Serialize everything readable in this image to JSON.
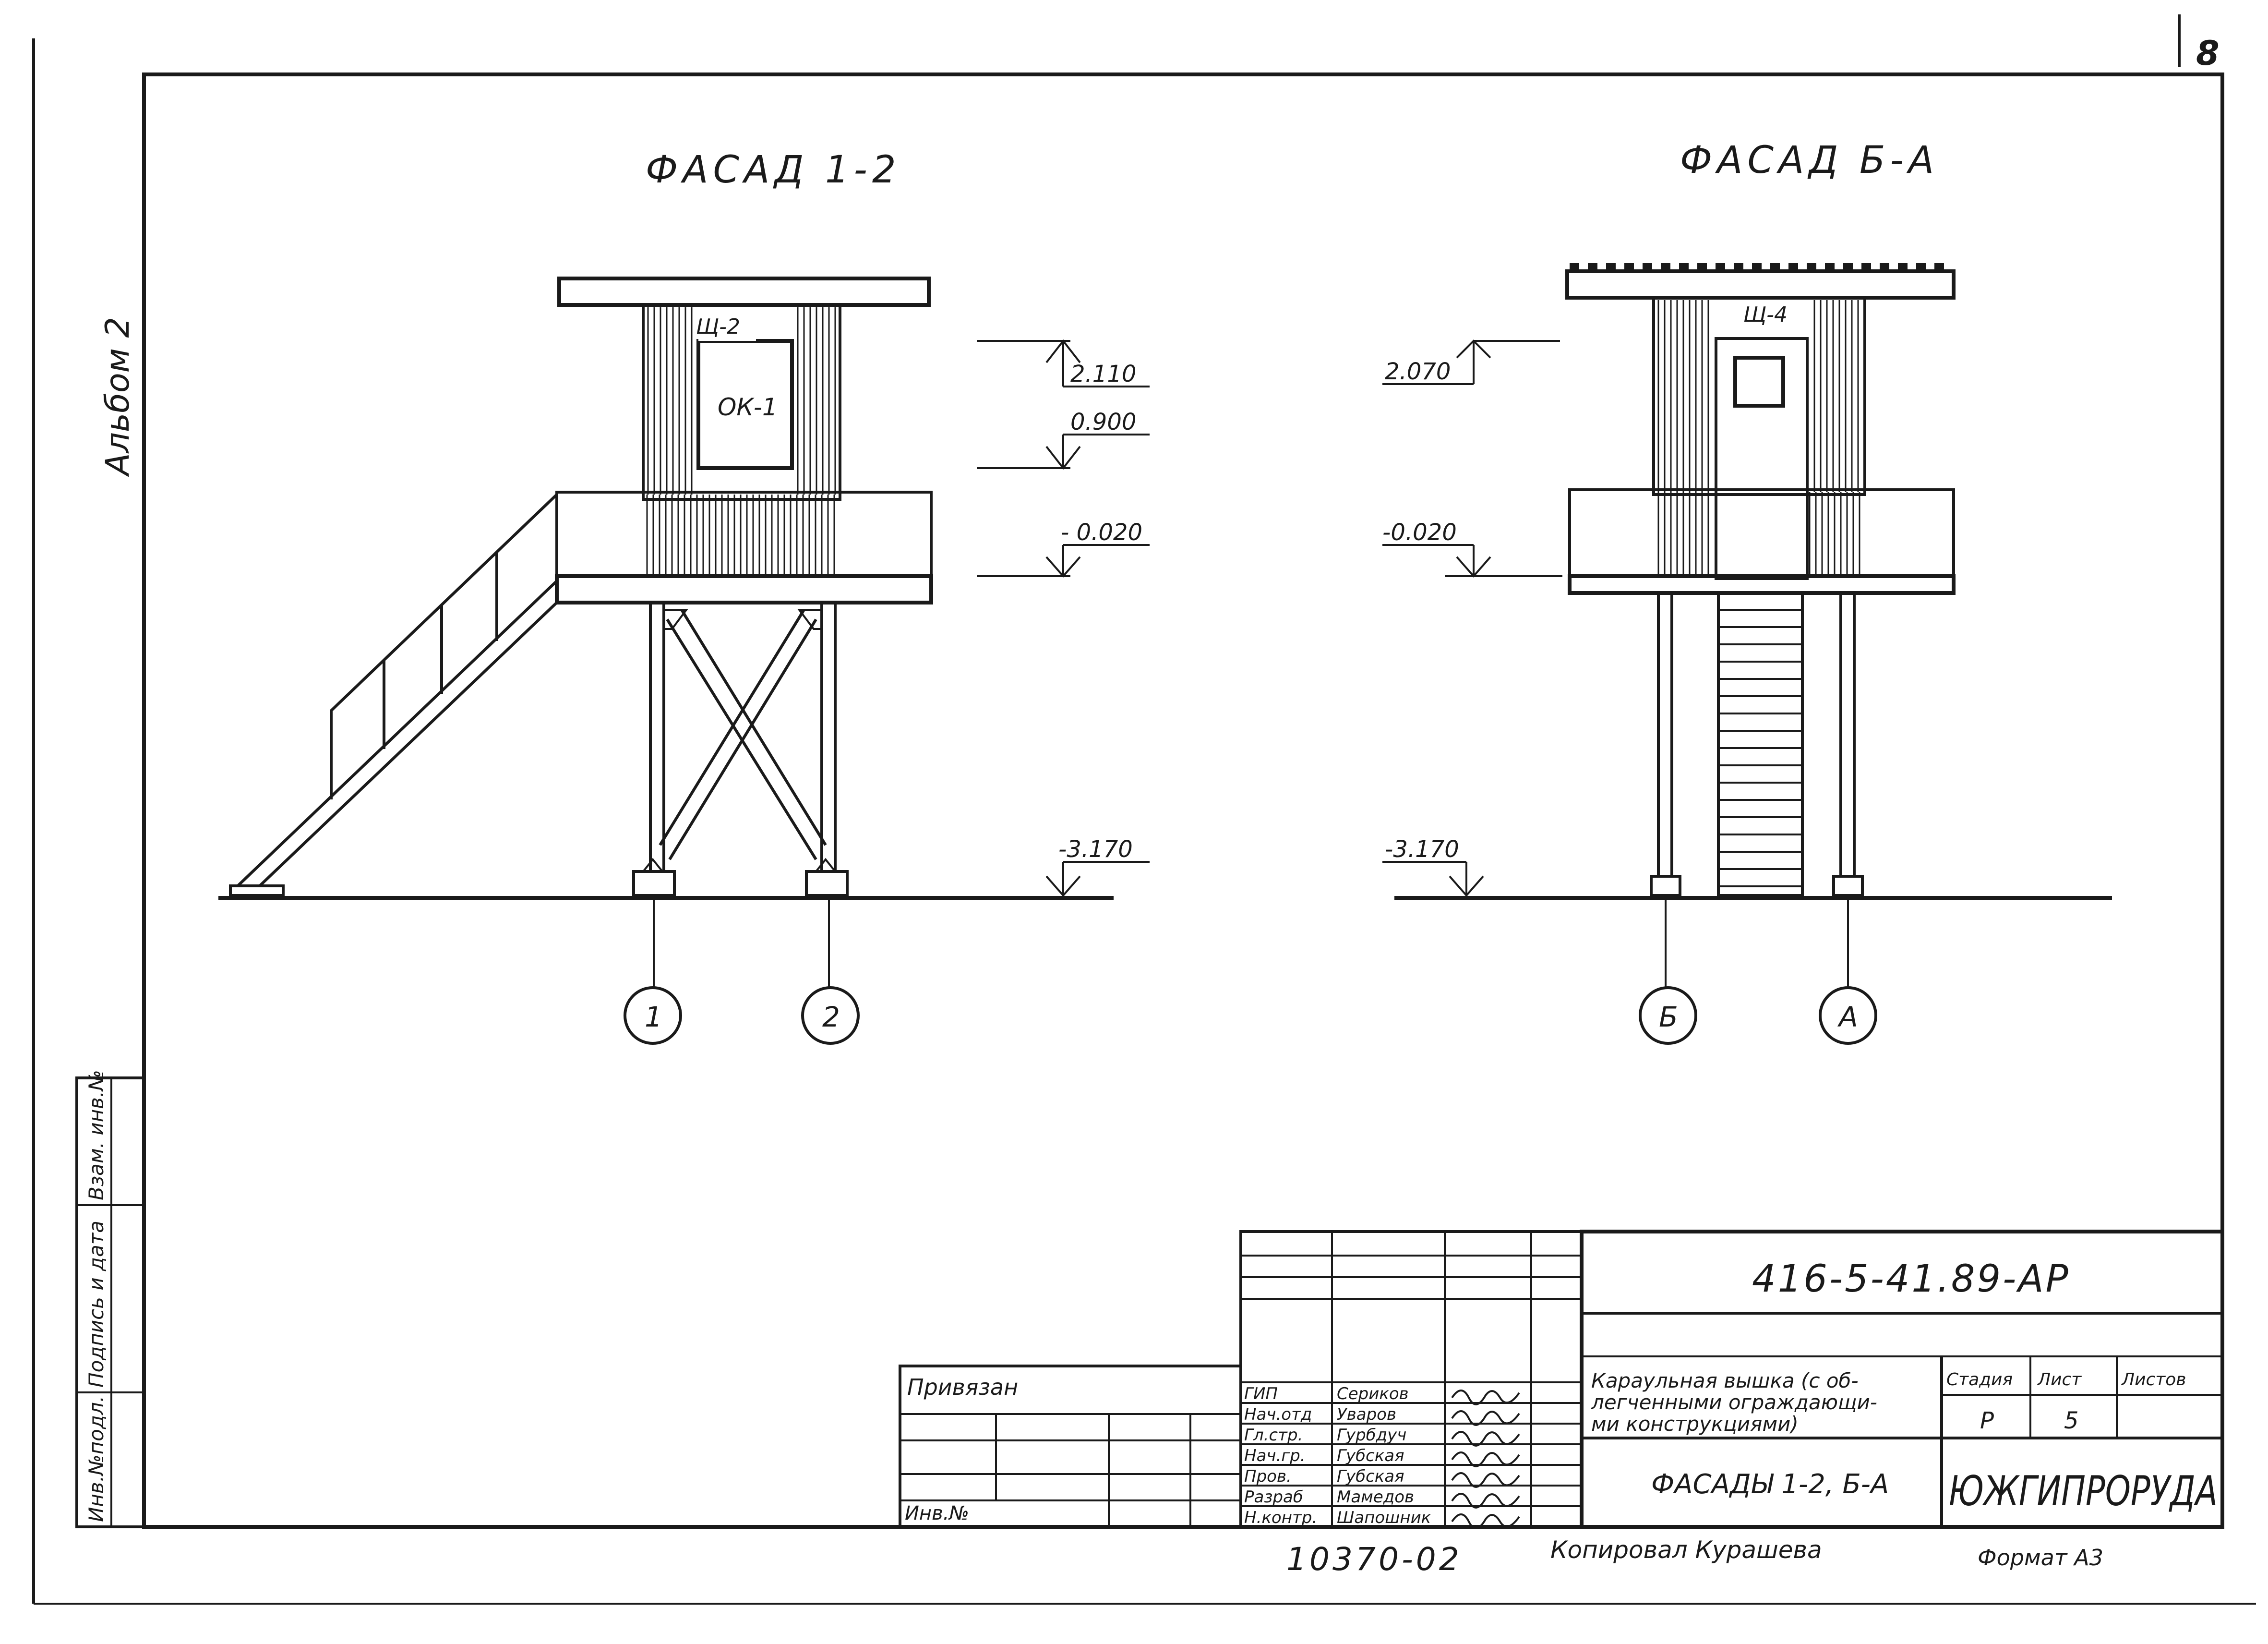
{
  "sheet": {
    "page_number": "8",
    "album_label": "Альбом 2",
    "side_stamp": [
      "Инв.№подл.",
      "Подпись и дата",
      "Взам. инв.№"
    ]
  },
  "left_view": {
    "title": "ФАСАД 1-2",
    "panel_label": "Щ-2",
    "window_label": "ОК-1",
    "elevations": [
      "2.110",
      "0.900",
      "- 0.020",
      "-3.170"
    ],
    "axes": [
      "1",
      "2"
    ]
  },
  "right_view": {
    "title": "ФАСАД Б-А",
    "panel_label": "Щ-4",
    "elevations": [
      "2.070",
      "-0.020",
      "-3.170"
    ],
    "axes": [
      "Б",
      "А"
    ]
  },
  "title_block": {
    "doc_code": "416-5-41.89-АР",
    "description": "Караульная вышка (с облегченными ограждающими конструкциями)",
    "description_lines": [
      "Караульная вышка (с об-",
      "легченными ограждающи-",
      "ми конструкциями)"
    ],
    "sheet_name": "ФАСАДЫ 1-2, Б-А",
    "stage_header": "Стадия",
    "sheet_header": "Лист",
    "sheets_header": "Листов",
    "stage": "Р",
    "sheet": "5",
    "organization": "ЮЖГИПРОРУДА",
    "attached": "Привязан",
    "inv_no": "Инв.№",
    "roles": [
      {
        "role": "ГИП",
        "name": "Сериков"
      },
      {
        "role": "Нач.отд",
        "name": "Уваров"
      },
      {
        "role": "Гл.стр.",
        "name": "Гурбдуч"
      },
      {
        "role": "Нач.гр.",
        "name": "Губская"
      },
      {
        "role": "Пров.",
        "name": "Губская"
      },
      {
        "role": "Разраб",
        "name": "Мамедов"
      },
      {
        "role": "Н.контр.",
        "name": "Шапошник"
      }
    ]
  },
  "footer": {
    "order_no": "10370-02",
    "copied": "Копировал Курашева",
    "format": "Формат А3"
  }
}
